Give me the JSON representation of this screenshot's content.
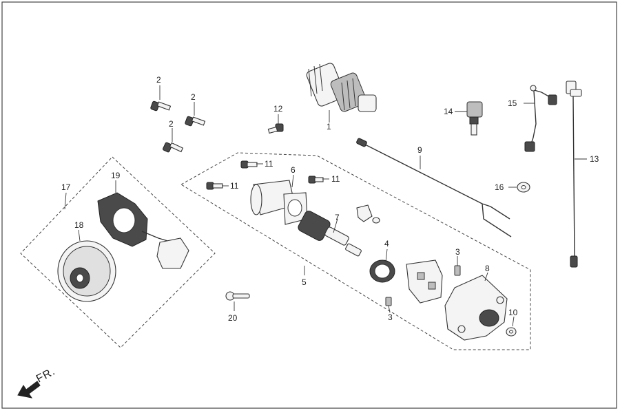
{
  "labels": {
    "n1": "1",
    "n2a": "2",
    "n2b": "2",
    "n2c": "2",
    "n3a": "3",
    "n3b": "3",
    "n4": "4",
    "n5": "5",
    "n6": "6",
    "n7": "7",
    "n8": "8",
    "n9": "9",
    "n10": "10",
    "n11a": "11",
    "n11b": "11",
    "n11c": "11",
    "n12": "12",
    "n13": "13",
    "n14": "14",
    "n15": "15",
    "n16": "16",
    "n17": "17",
    "n18": "18",
    "n19": "19",
    "n20": "20"
  },
  "direction_label": "FR.",
  "icons": {
    "direction": "arrow-down-left-icon"
  },
  "colors": {
    "line": "#333333",
    "dark_part": "#4a4a4a",
    "background": "#ffffff"
  }
}
